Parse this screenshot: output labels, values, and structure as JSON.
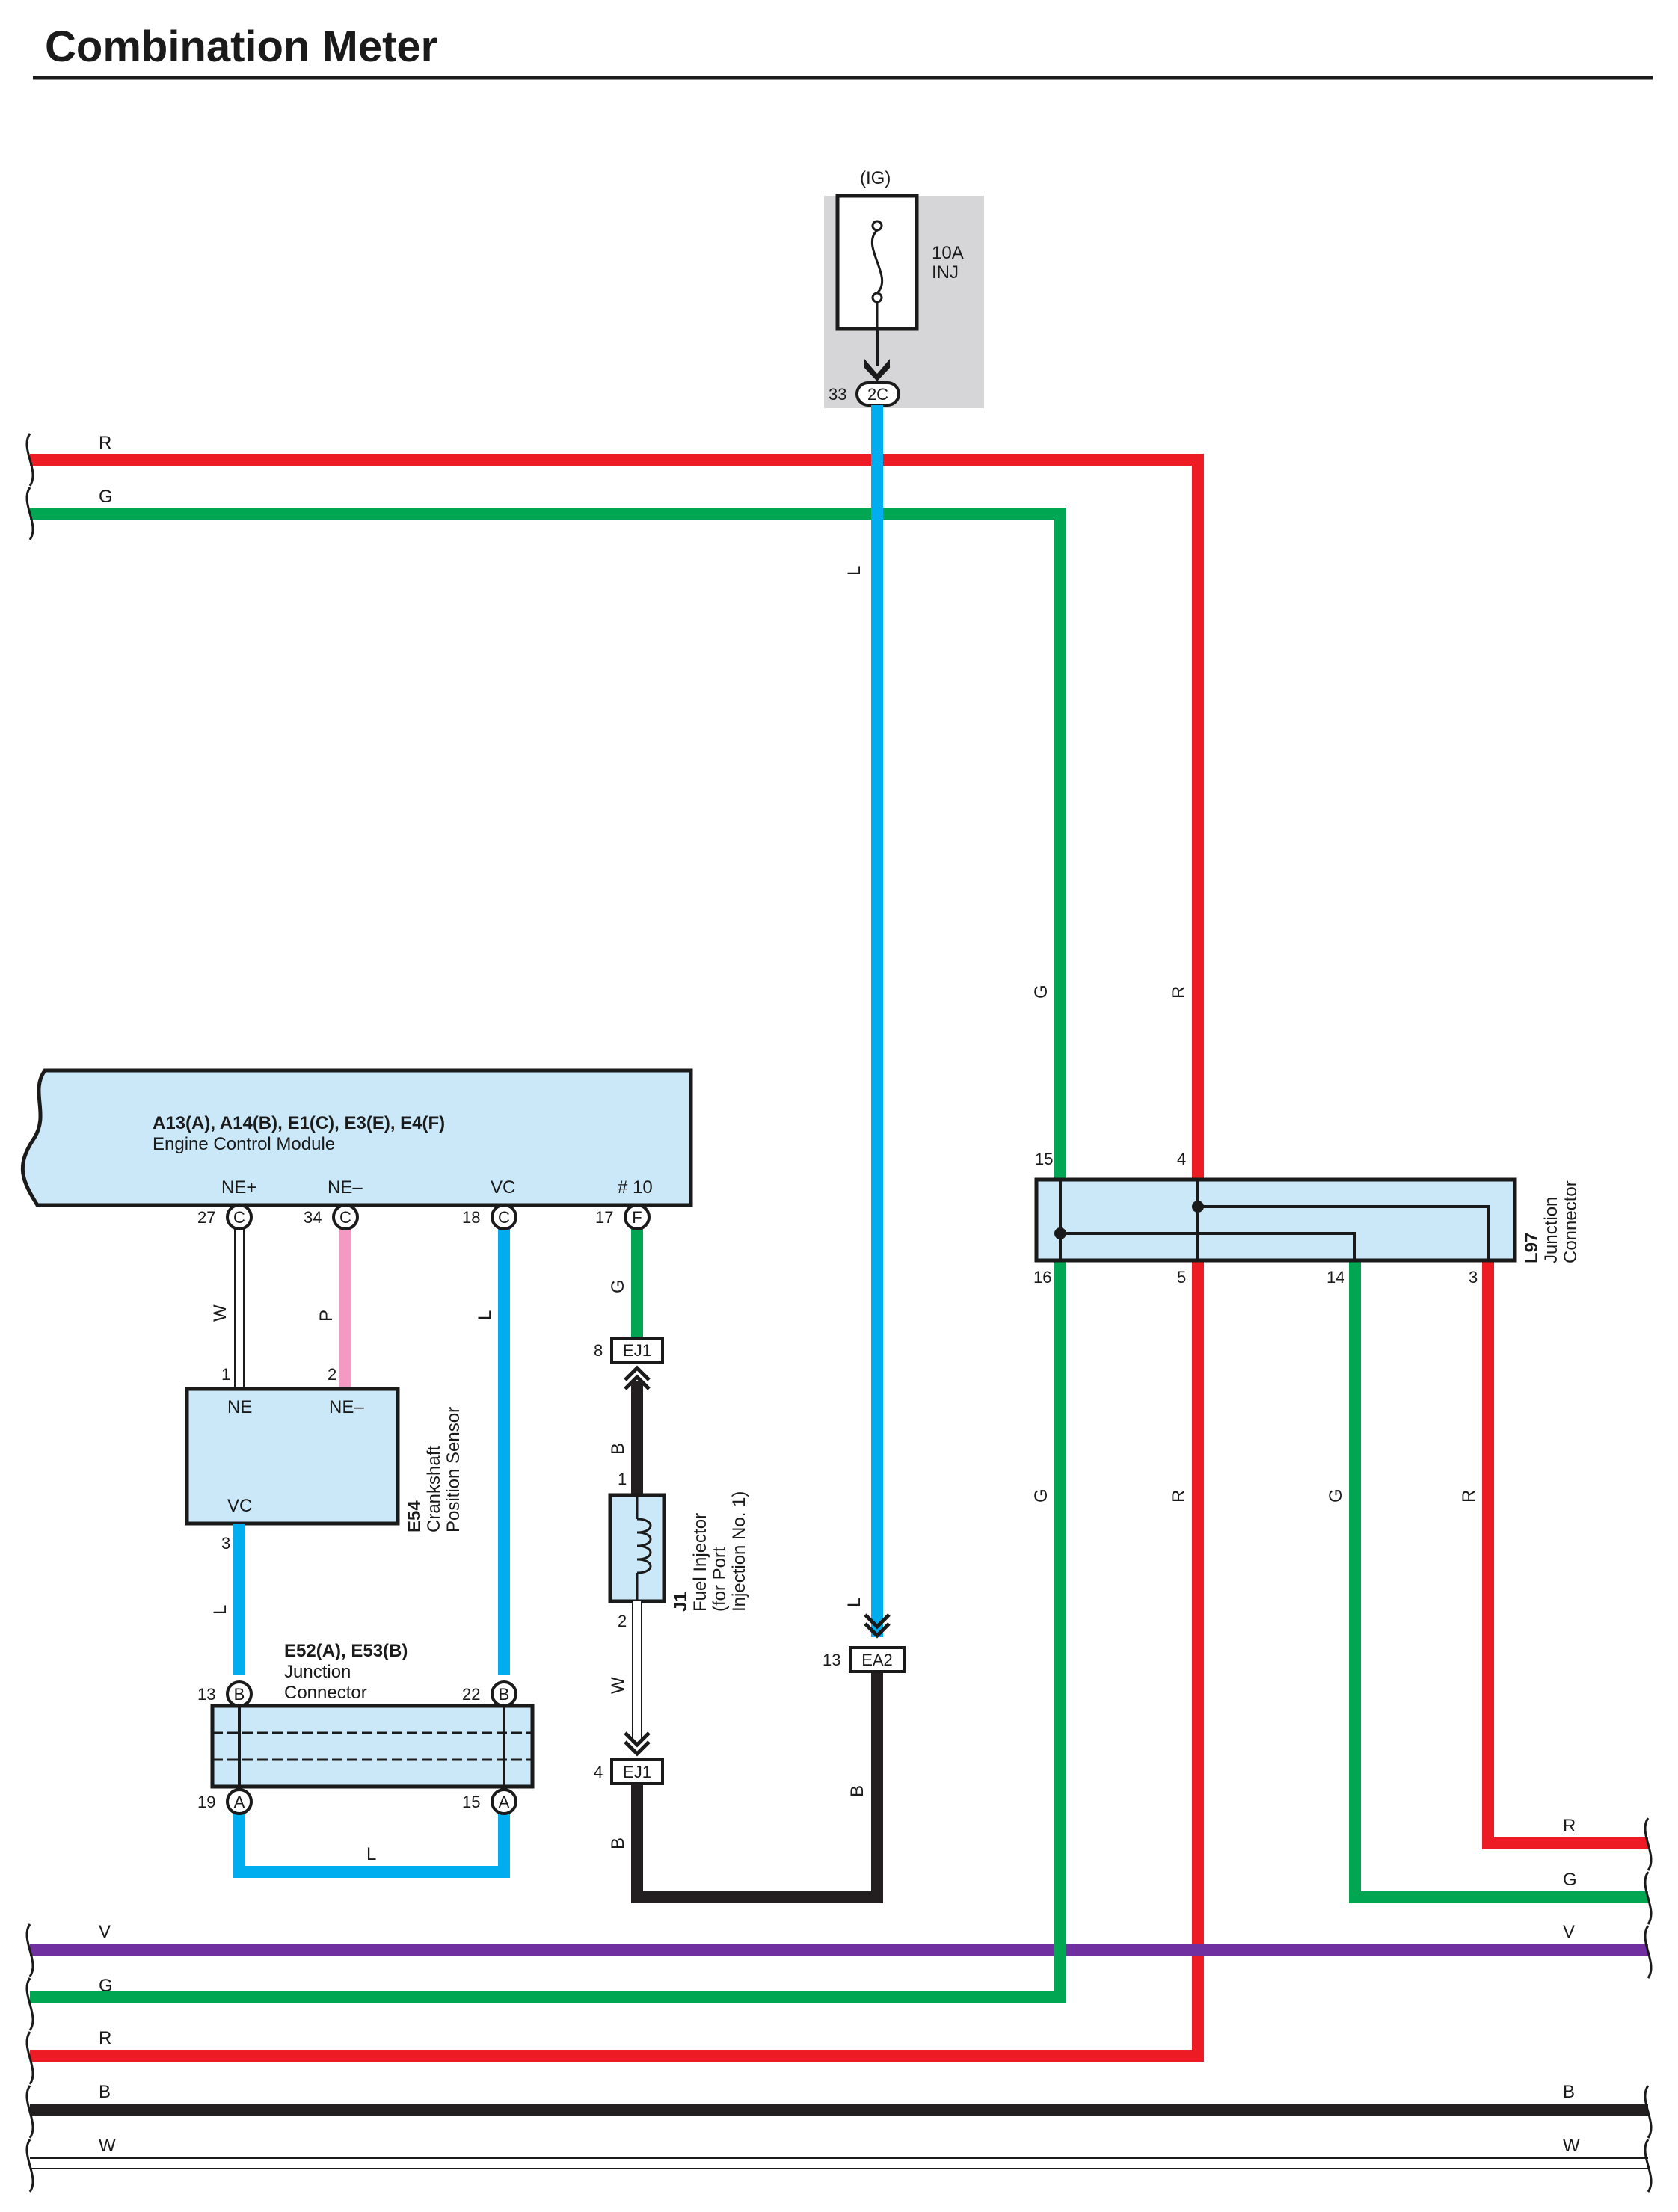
{
  "title": "Combination Meter",
  "colors": {
    "R": "#ed1c24",
    "G": "#00a651",
    "L": "#00aeef",
    "V": "#7030a0",
    "B": "#231f20",
    "W": "#ffffff",
    "P": "#f49ac2",
    "connector_fill": "#cbe8f8",
    "fuse_bg": "#d6d6d8"
  },
  "fuse": {
    "group": "(IG)",
    "rating": "10A",
    "name": "INJ",
    "pin": "33",
    "connector": "2C"
  },
  "ecm": {
    "ids": "A13(A), A14(B), E1(C), E3(E), E4(F)",
    "name": "Engine Control Module",
    "terminals": [
      {
        "label": "NE+",
        "pin": "27",
        "conn": "C"
      },
      {
        "label": "NE–",
        "pin": "34",
        "conn": "C"
      },
      {
        "label": "VC",
        "pin": "18",
        "conn": "C"
      },
      {
        "label": "# 10",
        "pin": "17",
        "conn": "F"
      }
    ]
  },
  "sensor": {
    "id": "E54",
    "name_line1": "Crankshaft",
    "name_line2": "Position Sensor",
    "terminals": [
      {
        "label": "NE",
        "pin": "1"
      },
      {
        "label": "NE–",
        "pin": "2"
      },
      {
        "label": "VC",
        "pin": "3"
      }
    ]
  },
  "jc_e52": {
    "ids": "E52(A), E53(B)",
    "name_line1": "Junction",
    "name_line2": "Connector",
    "pins": [
      {
        "pin": "13",
        "conn": "B"
      },
      {
        "pin": "22",
        "conn": "B"
      },
      {
        "pin": "19",
        "conn": "A"
      },
      {
        "pin": "15",
        "conn": "A"
      }
    ]
  },
  "injector": {
    "id": "J1",
    "name_line1": "Fuel Injector",
    "name_line2": "(for Port",
    "name_line3": "Injection No. 1)",
    "pin1": "1",
    "pin2": "2"
  },
  "inline_connectors": {
    "ej1_top": {
      "pin": "8",
      "name": "EJ1"
    },
    "ej1_bottom": {
      "pin": "4",
      "name": "EJ1"
    },
    "ea2": {
      "pin": "13",
      "name": "EA2"
    }
  },
  "jc_l97": {
    "id": "L97",
    "name_line1": "Junction",
    "name_line2": "Connector",
    "pins": [
      "15",
      "4",
      "16",
      "5",
      "14",
      "3"
    ]
  },
  "wire_labels": {
    "top_r": "R",
    "top_g": "G",
    "fuse_l": "L",
    "lower_l": "L",
    "riser_g": "G",
    "riser_r": "R",
    "out_g": "G",
    "out_r": "R",
    "out_g2": "G",
    "out_r2": "R",
    "ne_plus": "W",
    "ne_minus": "P",
    "vc": "L",
    "inj_top": "G",
    "sensor_vc": "L",
    "jc_loop": "L",
    "inj_b": "B",
    "inj_w": "W",
    "ej1_b": "B",
    "ea2_b": "B",
    "right_r": "R",
    "right_g": "G",
    "bot_v_left": "V",
    "bot_v_right": "V",
    "bot_g": "G",
    "bot_r": "R",
    "bot_b_left": "B",
    "bot_b_right": "B",
    "bot_w_left": "W",
    "bot_w_right": "W"
  }
}
